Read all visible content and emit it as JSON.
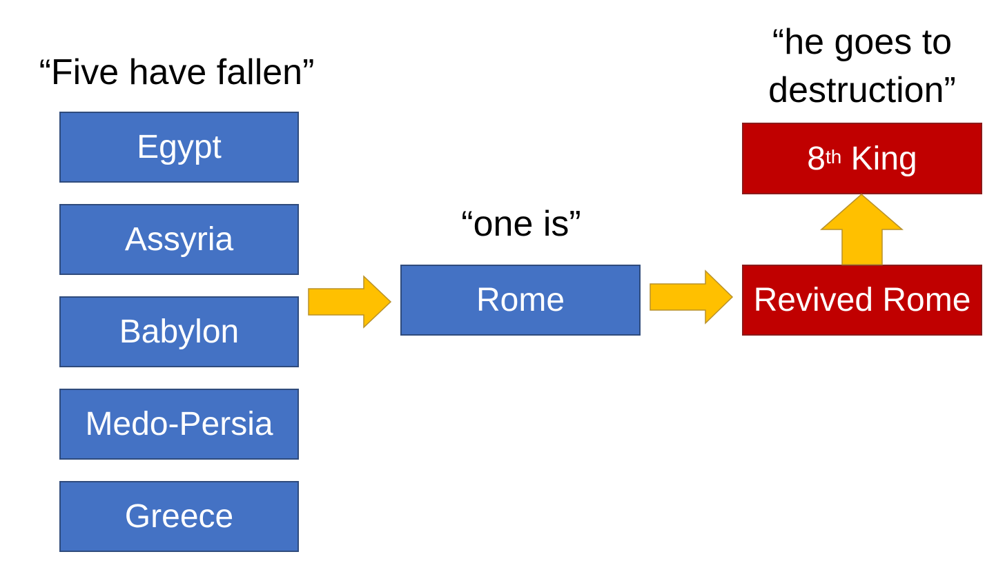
{
  "captions": {
    "fallen": "“Five have fallen”",
    "one_is": "“one is”",
    "destruction_line1": "“he goes to",
    "destruction_line2": "destruction”"
  },
  "fallen_kingdoms": [
    "Egypt",
    "Assyria",
    "Babylon",
    "Medo-Persia",
    "Greece"
  ],
  "current_kingdom": "Rome",
  "revived_kingdom": "Revived Rome",
  "eighth_king": {
    "number": "8",
    "suffix": "th",
    "label": "King"
  },
  "colors": {
    "past_box": "#4472C4",
    "future_box": "#C00000",
    "arrow": "#FFC000"
  }
}
